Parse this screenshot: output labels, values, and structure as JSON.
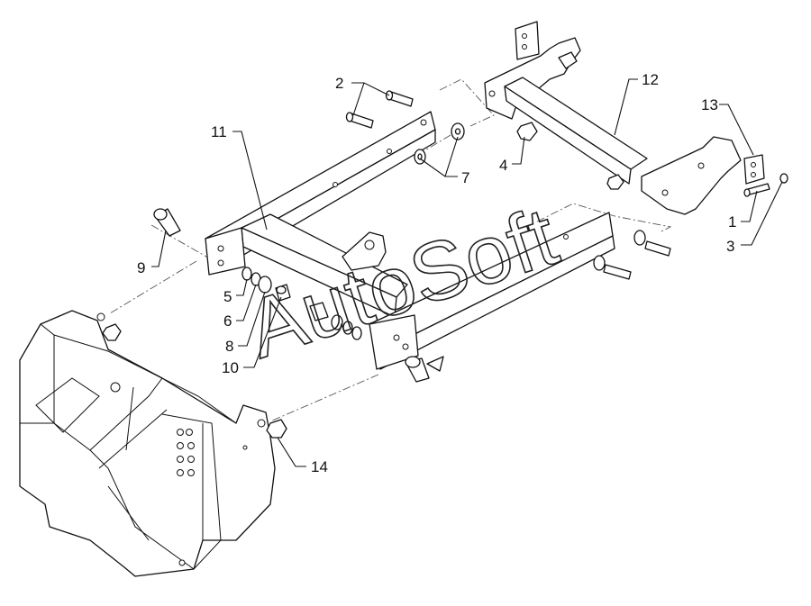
{
  "watermark": {
    "text": "AutoSoft"
  },
  "callouts": [
    {
      "id": "c1",
      "label": "1"
    },
    {
      "id": "c2",
      "label": "2"
    },
    {
      "id": "c3",
      "label": "3"
    },
    {
      "id": "c4",
      "label": "4"
    },
    {
      "id": "c5",
      "label": "5"
    },
    {
      "id": "c6",
      "label": "6"
    },
    {
      "id": "c7",
      "label": "7"
    },
    {
      "id": "c8",
      "label": "8"
    },
    {
      "id": "c9",
      "label": "9"
    },
    {
      "id": "c10",
      "label": "10"
    },
    {
      "id": "c11",
      "label": "11"
    },
    {
      "id": "c12",
      "label": "12"
    },
    {
      "id": "c13",
      "label": "13"
    },
    {
      "id": "c14",
      "label": "14"
    }
  ]
}
